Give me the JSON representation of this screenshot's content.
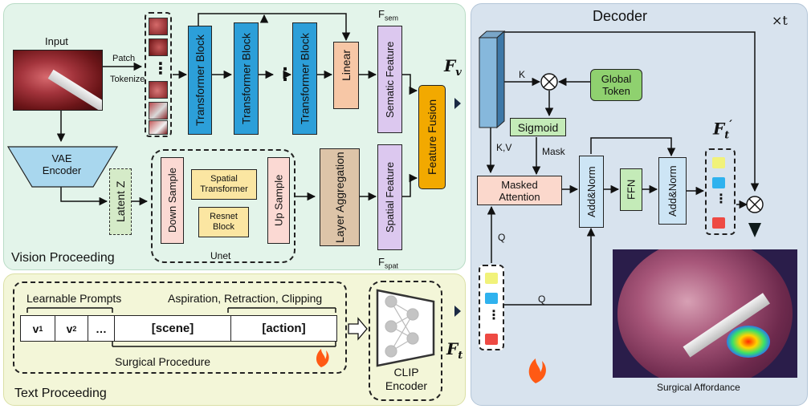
{
  "vision": {
    "section_label": "Vision Proceeding",
    "input_label": "Input",
    "patch_label": "Patch",
    "tokenize_label": "Tokenize",
    "patch_dots": "⋮",
    "transformer_label": "Transformer Block",
    "block_dots": "⋮",
    "linear_label": "Linear",
    "fsem_main": "F",
    "fsem_sub": "sem",
    "semantic_feature": "Sematic Feature",
    "feature_fusion": "Feature Fusion",
    "fv_main": "F",
    "fv_sub": "v",
    "vae_line1": "VAE",
    "vae_line2": "Encoder",
    "latent": "Latent Z",
    "down_sample": "Down Sample",
    "spatial_transformer": "Spatial Transformer",
    "resnet_block": "Resnet Block",
    "up_sample": "Up Sample",
    "unet": "Unet",
    "layer_aggregation": "Layer Aggregation",
    "spatial_feature": "Spatial Feature",
    "fspat_main": "F",
    "fspat_sub": "spat"
  },
  "text": {
    "section_label": "Text Proceeding",
    "learnable_prompts": "Learnable Prompts",
    "aspiration": "Aspiration, Retraction, Clipping",
    "v1": "v",
    "v1_sub": "1",
    "v2": "v",
    "v2_sub": "2",
    "ellipsis": "…",
    "scene": "[scene]",
    "action": "[action]",
    "surgical_procedure": "Surgical Procedure",
    "clip_line1": "CLIP",
    "clip_line2": "Encoder",
    "ft_main": "F",
    "ft_sub": "t"
  },
  "decoder": {
    "title": "Decoder",
    "repeat": "×t",
    "k_label": "K",
    "kv_label": "K,V",
    "mask_label": "Mask",
    "q_label": "Q",
    "q2_label": "Q",
    "global_token_line1": "Global",
    "global_token_line2": "Token",
    "sigmoid": "Sigmoid",
    "masked_attention_line1": "Masked",
    "masked_attention_line2": "Attention",
    "addnorm": "Add&Norm",
    "ffn": "FFN",
    "ftp_main": "F",
    "ftp_sub": "t",
    "ftp_prime": "′",
    "token_dots": "⋮",
    "surgical_affordance": "Surgical Affordance"
  },
  "colors": {
    "vision_bg": "#e3f4ea",
    "text_bg": "#f3f6d8",
    "decoder_bg": "#d8e3ee",
    "transformer_blue": "#2c9fd9",
    "feature_purple": "#dcc8ef",
    "fusion_orange": "#f2a900",
    "linear_peach": "#f7c7a6",
    "unet_pink": "#fbd9d3",
    "unet_yellow": "#fbe6a2",
    "aggregation_tan": "#ddc4a8",
    "vae_blue": "#a9d7ee",
    "latent_green": "#d5ebc8",
    "global_green": "#8fd16f",
    "sigmoid_green": "#c4ebb8",
    "masked_peach": "#fbd8cc",
    "addnorm_blue": "#cde5f5",
    "token_yellow": "#f1f27a",
    "token_blue": "#2fb2ee",
    "token_red": "#ee4a43"
  },
  "icons": [
    "fire-icon",
    "multiply-icon",
    "play-triangle-icon",
    "hollow-arrow-icon"
  ]
}
